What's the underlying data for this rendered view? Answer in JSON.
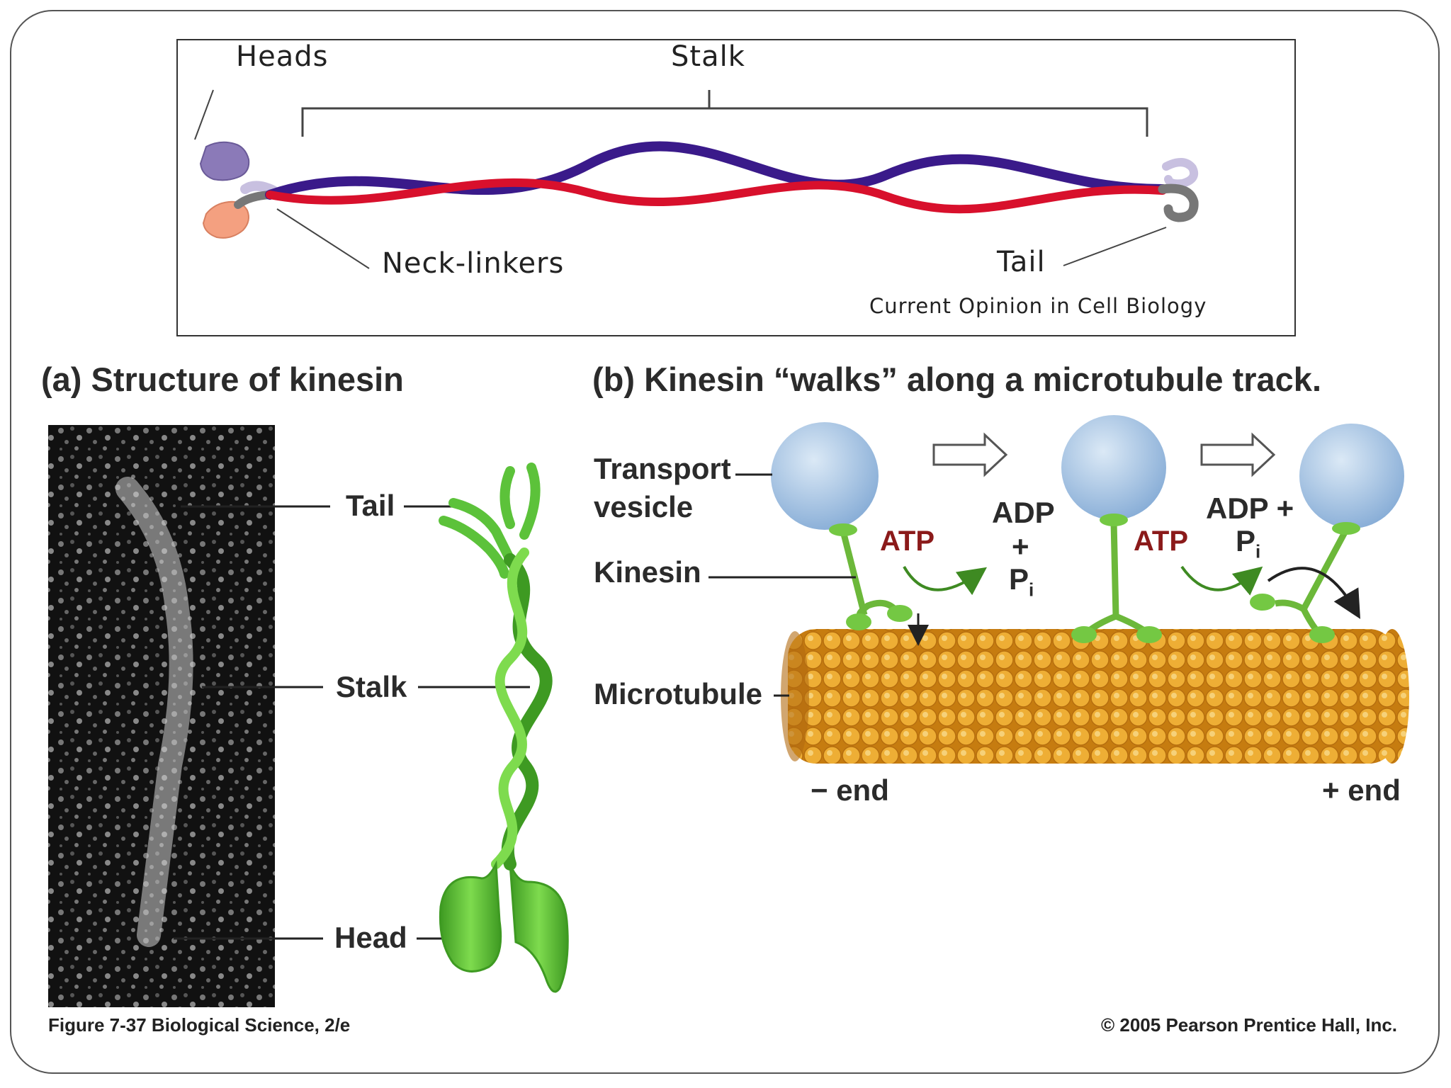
{
  "top_panel": {
    "heads_label": "Heads",
    "stalk_label": "Stalk",
    "neck_linkers_label": "Neck-linkers",
    "tail_label": "Tail",
    "source": "Current Opinion in Cell Biology"
  },
  "panel_a": {
    "title": "(a) Structure of kinesin",
    "labels": {
      "tail": "Tail",
      "stalk": "Stalk",
      "head": "Head"
    }
  },
  "panel_b": {
    "title": "(b) Kinesin “walks” along a microtubule track.",
    "transport_label_line1": "Transport",
    "transport_label_line2": "vesicle",
    "kinesin_label": "Kinesin",
    "microtubule_label": "Microtubule",
    "atp_1": "ATP",
    "atp_2": "ATP",
    "adp_1_line1": "ADP",
    "adp_1_line2": "+",
    "adp_1_line3": "P",
    "adp_1_sub": "i",
    "adp_2_line1": "ADP +",
    "adp_2_line2": "P",
    "adp_2_sub": "i",
    "minus_end": "− end",
    "plus_end": "+ end"
  },
  "footer": {
    "figure_ref": "Figure 7-37   Biological Science, 2/e",
    "copyright": "© 2005 Pearson Prentice Hall, Inc."
  },
  "colors": {
    "stalk_red": "#d8102c",
    "stalk_purple": "#3a1a8a",
    "kinesin_green": "#5cc23a",
    "vesicle_blue": "#a9c8e6",
    "tubulin_orange": "#e5a323",
    "atp_red": "#8b1a1a"
  }
}
